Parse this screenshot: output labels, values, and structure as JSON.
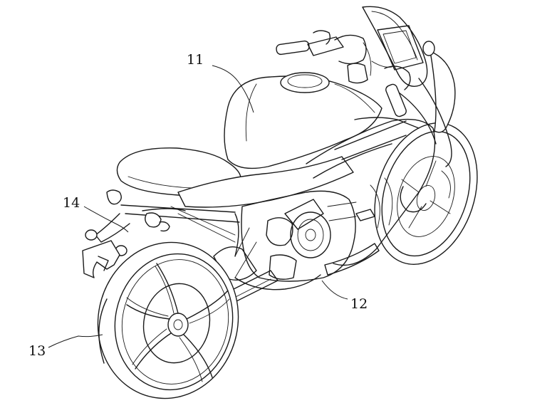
{
  "figure": {
    "reference_numerals": [
      {
        "id": "11",
        "text": "11"
      },
      {
        "id": "12",
        "text": "12"
      },
      {
        "id": "13",
        "text": "13"
      },
      {
        "id": "14",
        "text": "14"
      }
    ],
    "line_color": "#1a1a1a",
    "background_color": "#ffffff"
  }
}
